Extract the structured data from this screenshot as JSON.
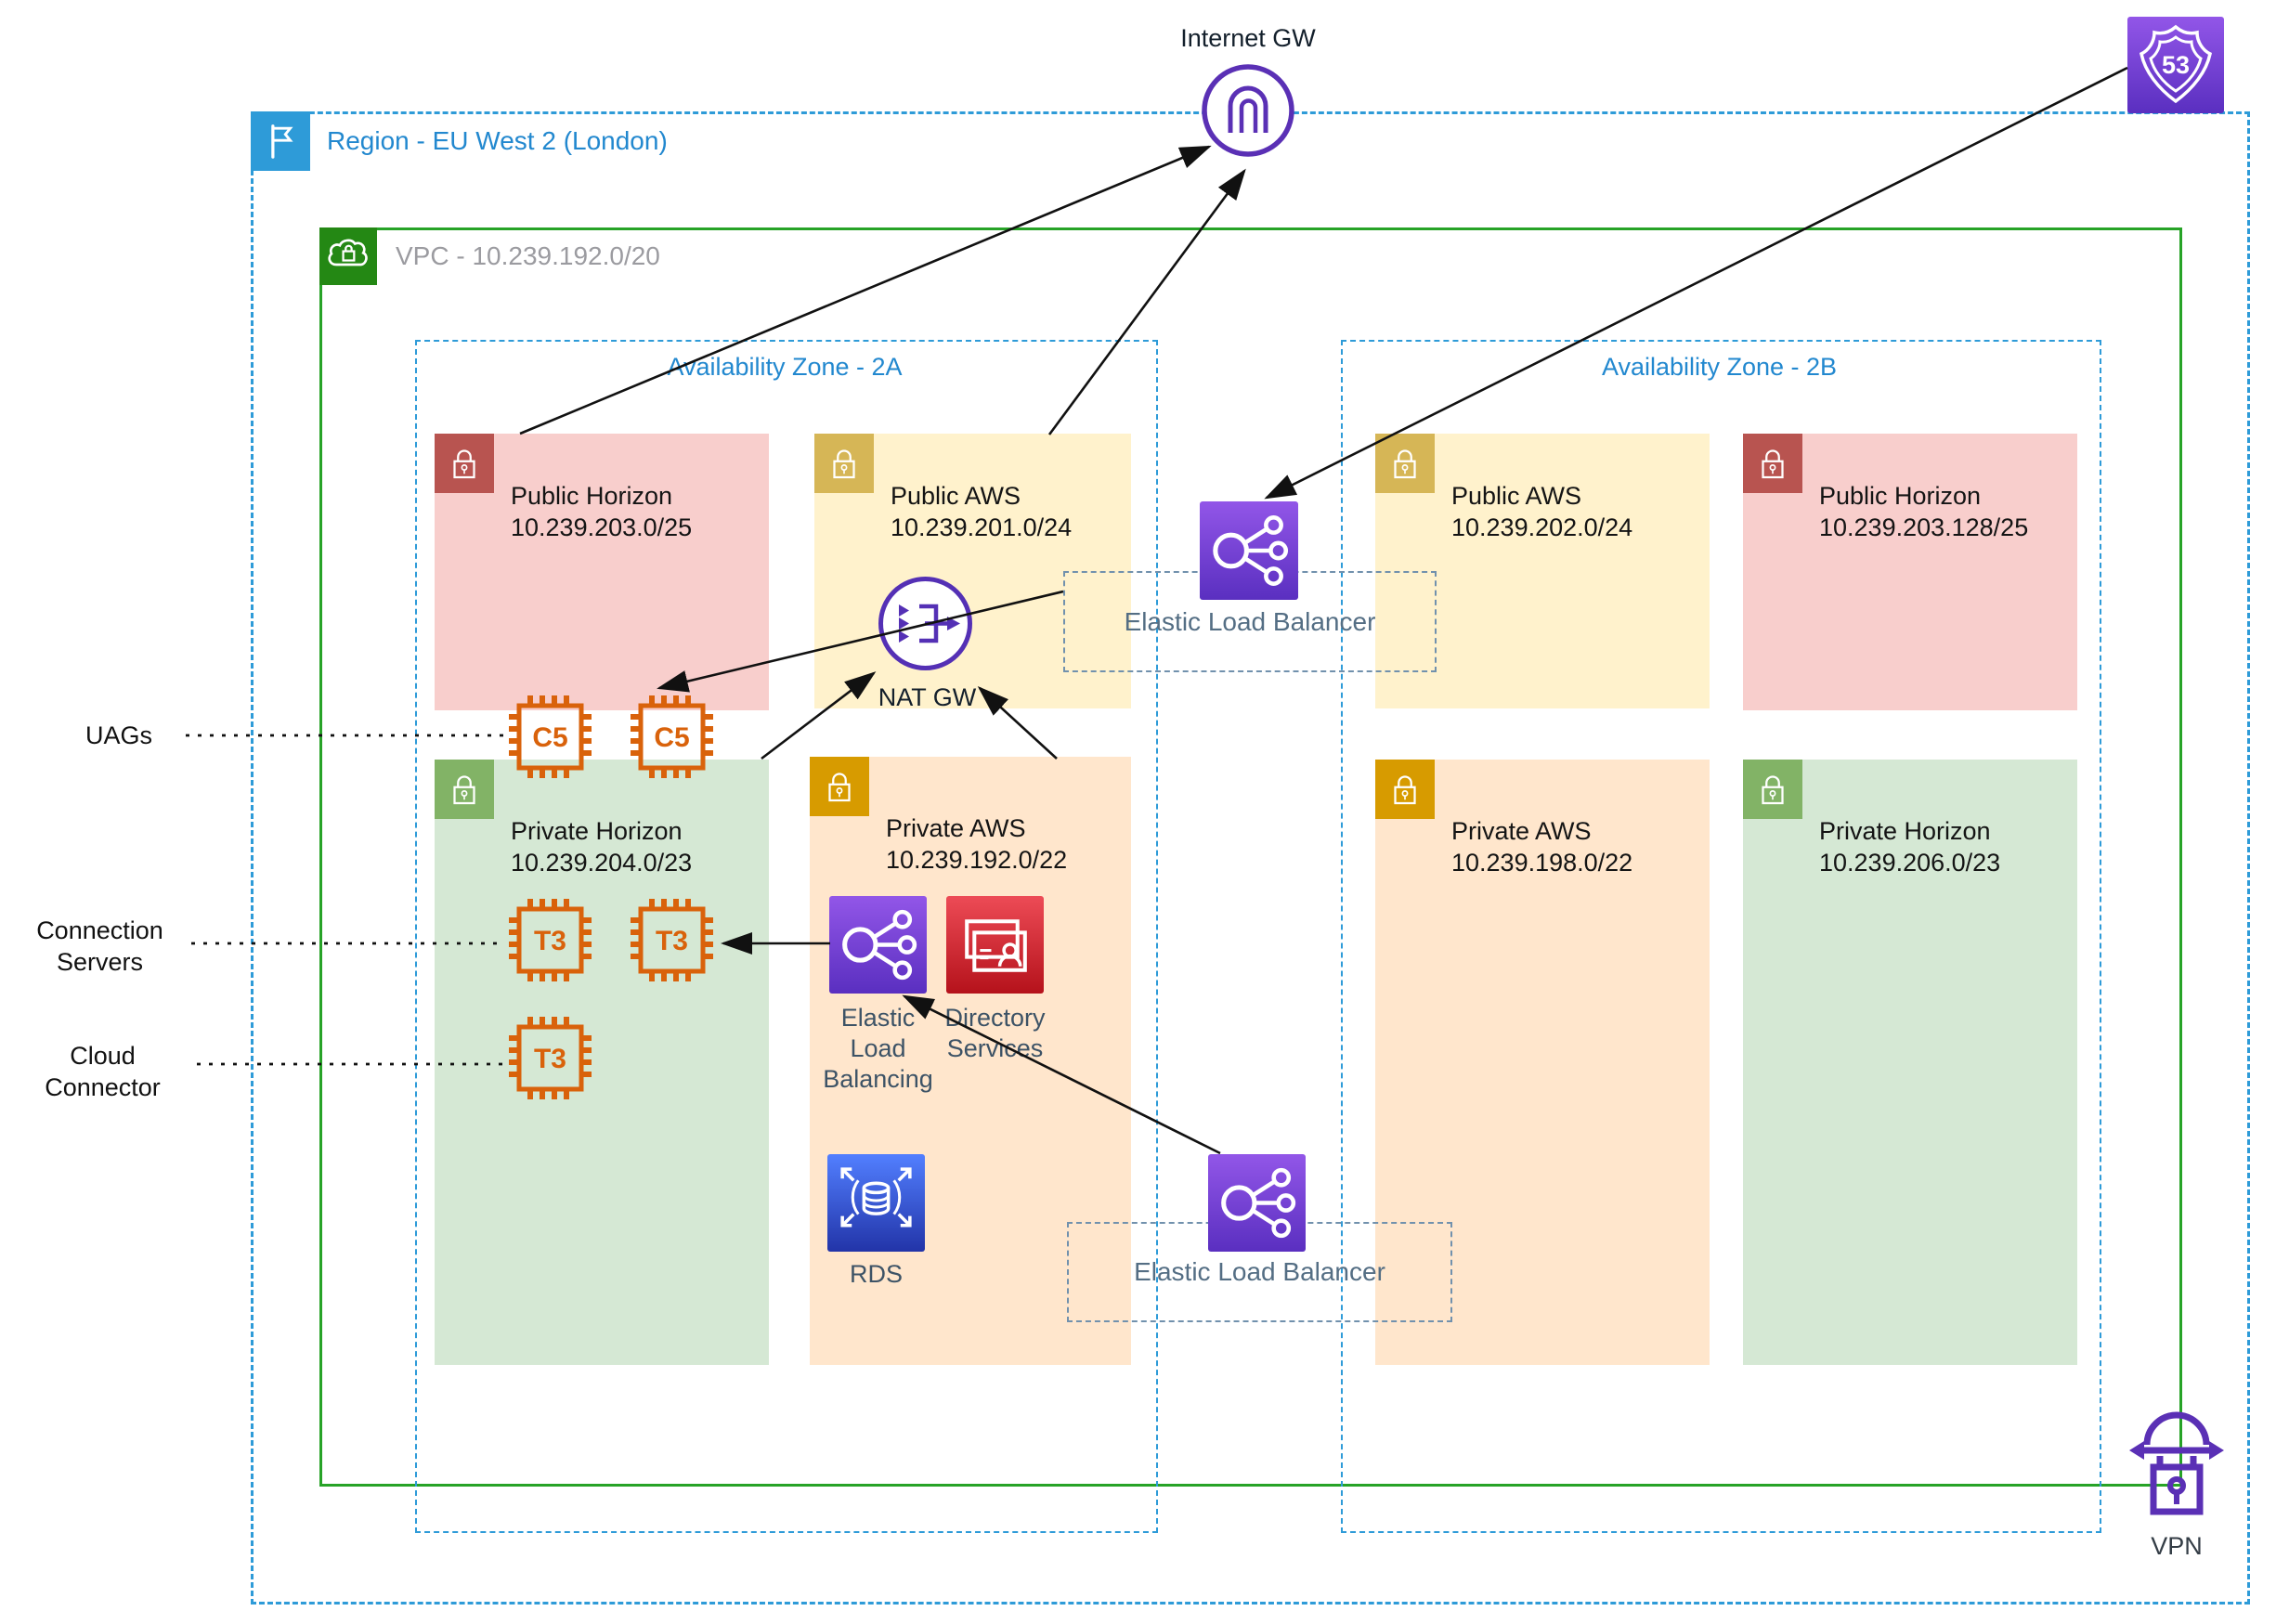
{
  "region": {
    "label": "Region - EU West 2 (London)"
  },
  "vpc": {
    "label": "VPC - 10.239.192.0/20"
  },
  "external": {
    "internet_gw_label": "Internet GW",
    "route53_label": "53",
    "vpn_label": "VPN"
  },
  "nat_gw_label": "NAT GW",
  "elb_boxes": {
    "top": "Elastic Load Balancer",
    "bottom": "Elastic Load Balancer"
  },
  "zones": [
    {
      "label": "Availability Zone - 2A",
      "subnets": [
        {
          "name": "Public Horizon",
          "cidr": "10.239.203.0/25"
        },
        {
          "name": "Public AWS",
          "cidr": "10.239.201.0/24"
        },
        {
          "name": "Private Horizon",
          "cidr": "10.239.204.0/23"
        },
        {
          "name": "Private AWS",
          "cidr": "10.239.192.0/22"
        }
      ]
    },
    {
      "label": "Availability Zone - 2B",
      "subnets": [
        {
          "name": "Public AWS",
          "cidr": "10.239.202.0/24"
        },
        {
          "name": "Public Horizon",
          "cidr": "10.239.203.128/25"
        },
        {
          "name": "Private AWS",
          "cidr": "10.239.198.0/22"
        },
        {
          "name": "Private Horizon",
          "cidr": "10.239.206.0/23"
        }
      ]
    }
  ],
  "instances": {
    "uag1": "C5",
    "uag2": "C5",
    "cs1": "T3",
    "cs2": "T3",
    "cc1": "T3"
  },
  "services": {
    "elb_private": {
      "lines": [
        "Elastic",
        "Load",
        "Balancing"
      ]
    },
    "directory": {
      "lines": [
        "Directory",
        "Services"
      ]
    },
    "rds_label": "RDS"
  },
  "annotations": {
    "uags": "UAGs",
    "connection_servers": {
      "lines": [
        "Connection",
        "Servers"
      ]
    },
    "cloud_connector": {
      "lines": [
        "Cloud",
        "Connector"
      ]
    }
  },
  "colors": {
    "region_border": "#2e9bd8",
    "vpc_border": "#27a327",
    "az_border": "#2e9bd8",
    "subnet_pink": "#f8cecc",
    "subnet_yellow": "#fff2cc",
    "subnet_green": "#d5e8d4",
    "subnet_orange": "#ffe6cc",
    "lock_red": "#b85450",
    "lock_gold": "#d6b656",
    "lock_green": "#82b366",
    "lock_orange": "#d79b00",
    "aws_purple": "#5a30b5",
    "chip_orange": "#d9620b",
    "arrow_black": "#111111"
  }
}
